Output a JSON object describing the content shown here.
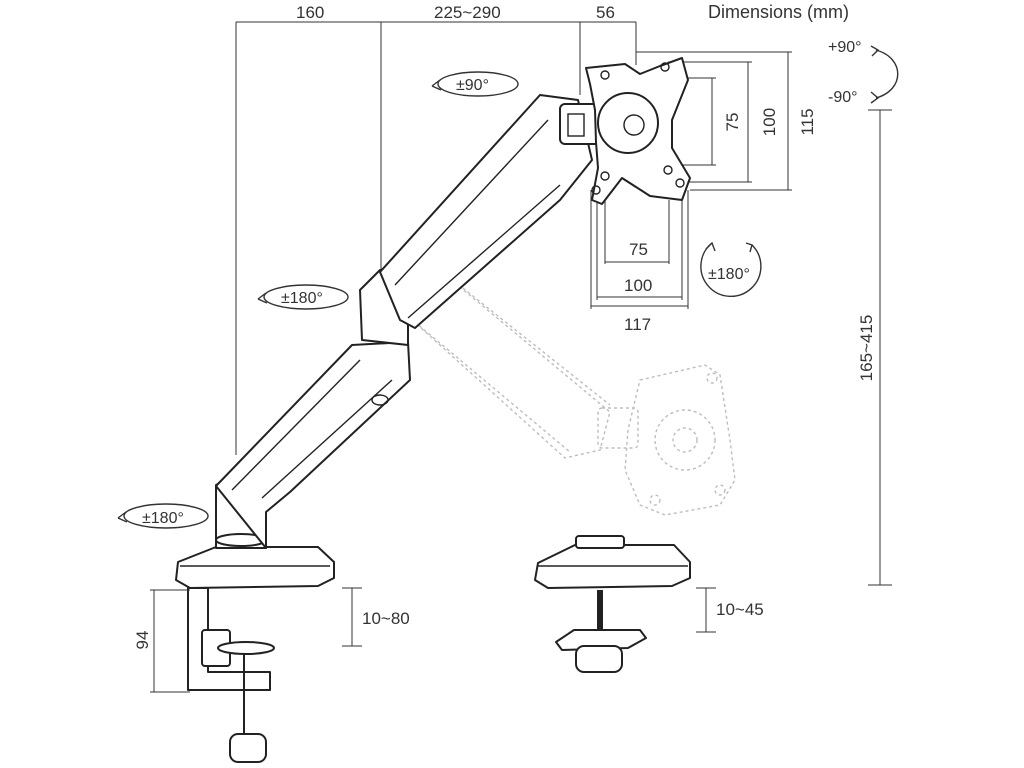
{
  "header": {
    "title": "Dimensions (mm)"
  },
  "dimensions": {
    "reach_base": "160",
    "reach_arm": "225~290",
    "plate_offset": "56",
    "vesa_small_h": "75",
    "vesa_large_h": "100",
    "plate_height": "115",
    "vesa_small_w": "75",
    "vesa_large_w": "100",
    "plate_width": "117",
    "height_range": "165~415",
    "clamp_height": "94",
    "clamp_range": "10~80",
    "grommet_range": "10~45"
  },
  "rotations": {
    "tilt_up": "+90°",
    "tilt_down": "-90°",
    "swivel_head": "±90°",
    "rotate_plate": "±180°",
    "rotate_elbow": "±180°",
    "rotate_base": "±180°"
  }
}
